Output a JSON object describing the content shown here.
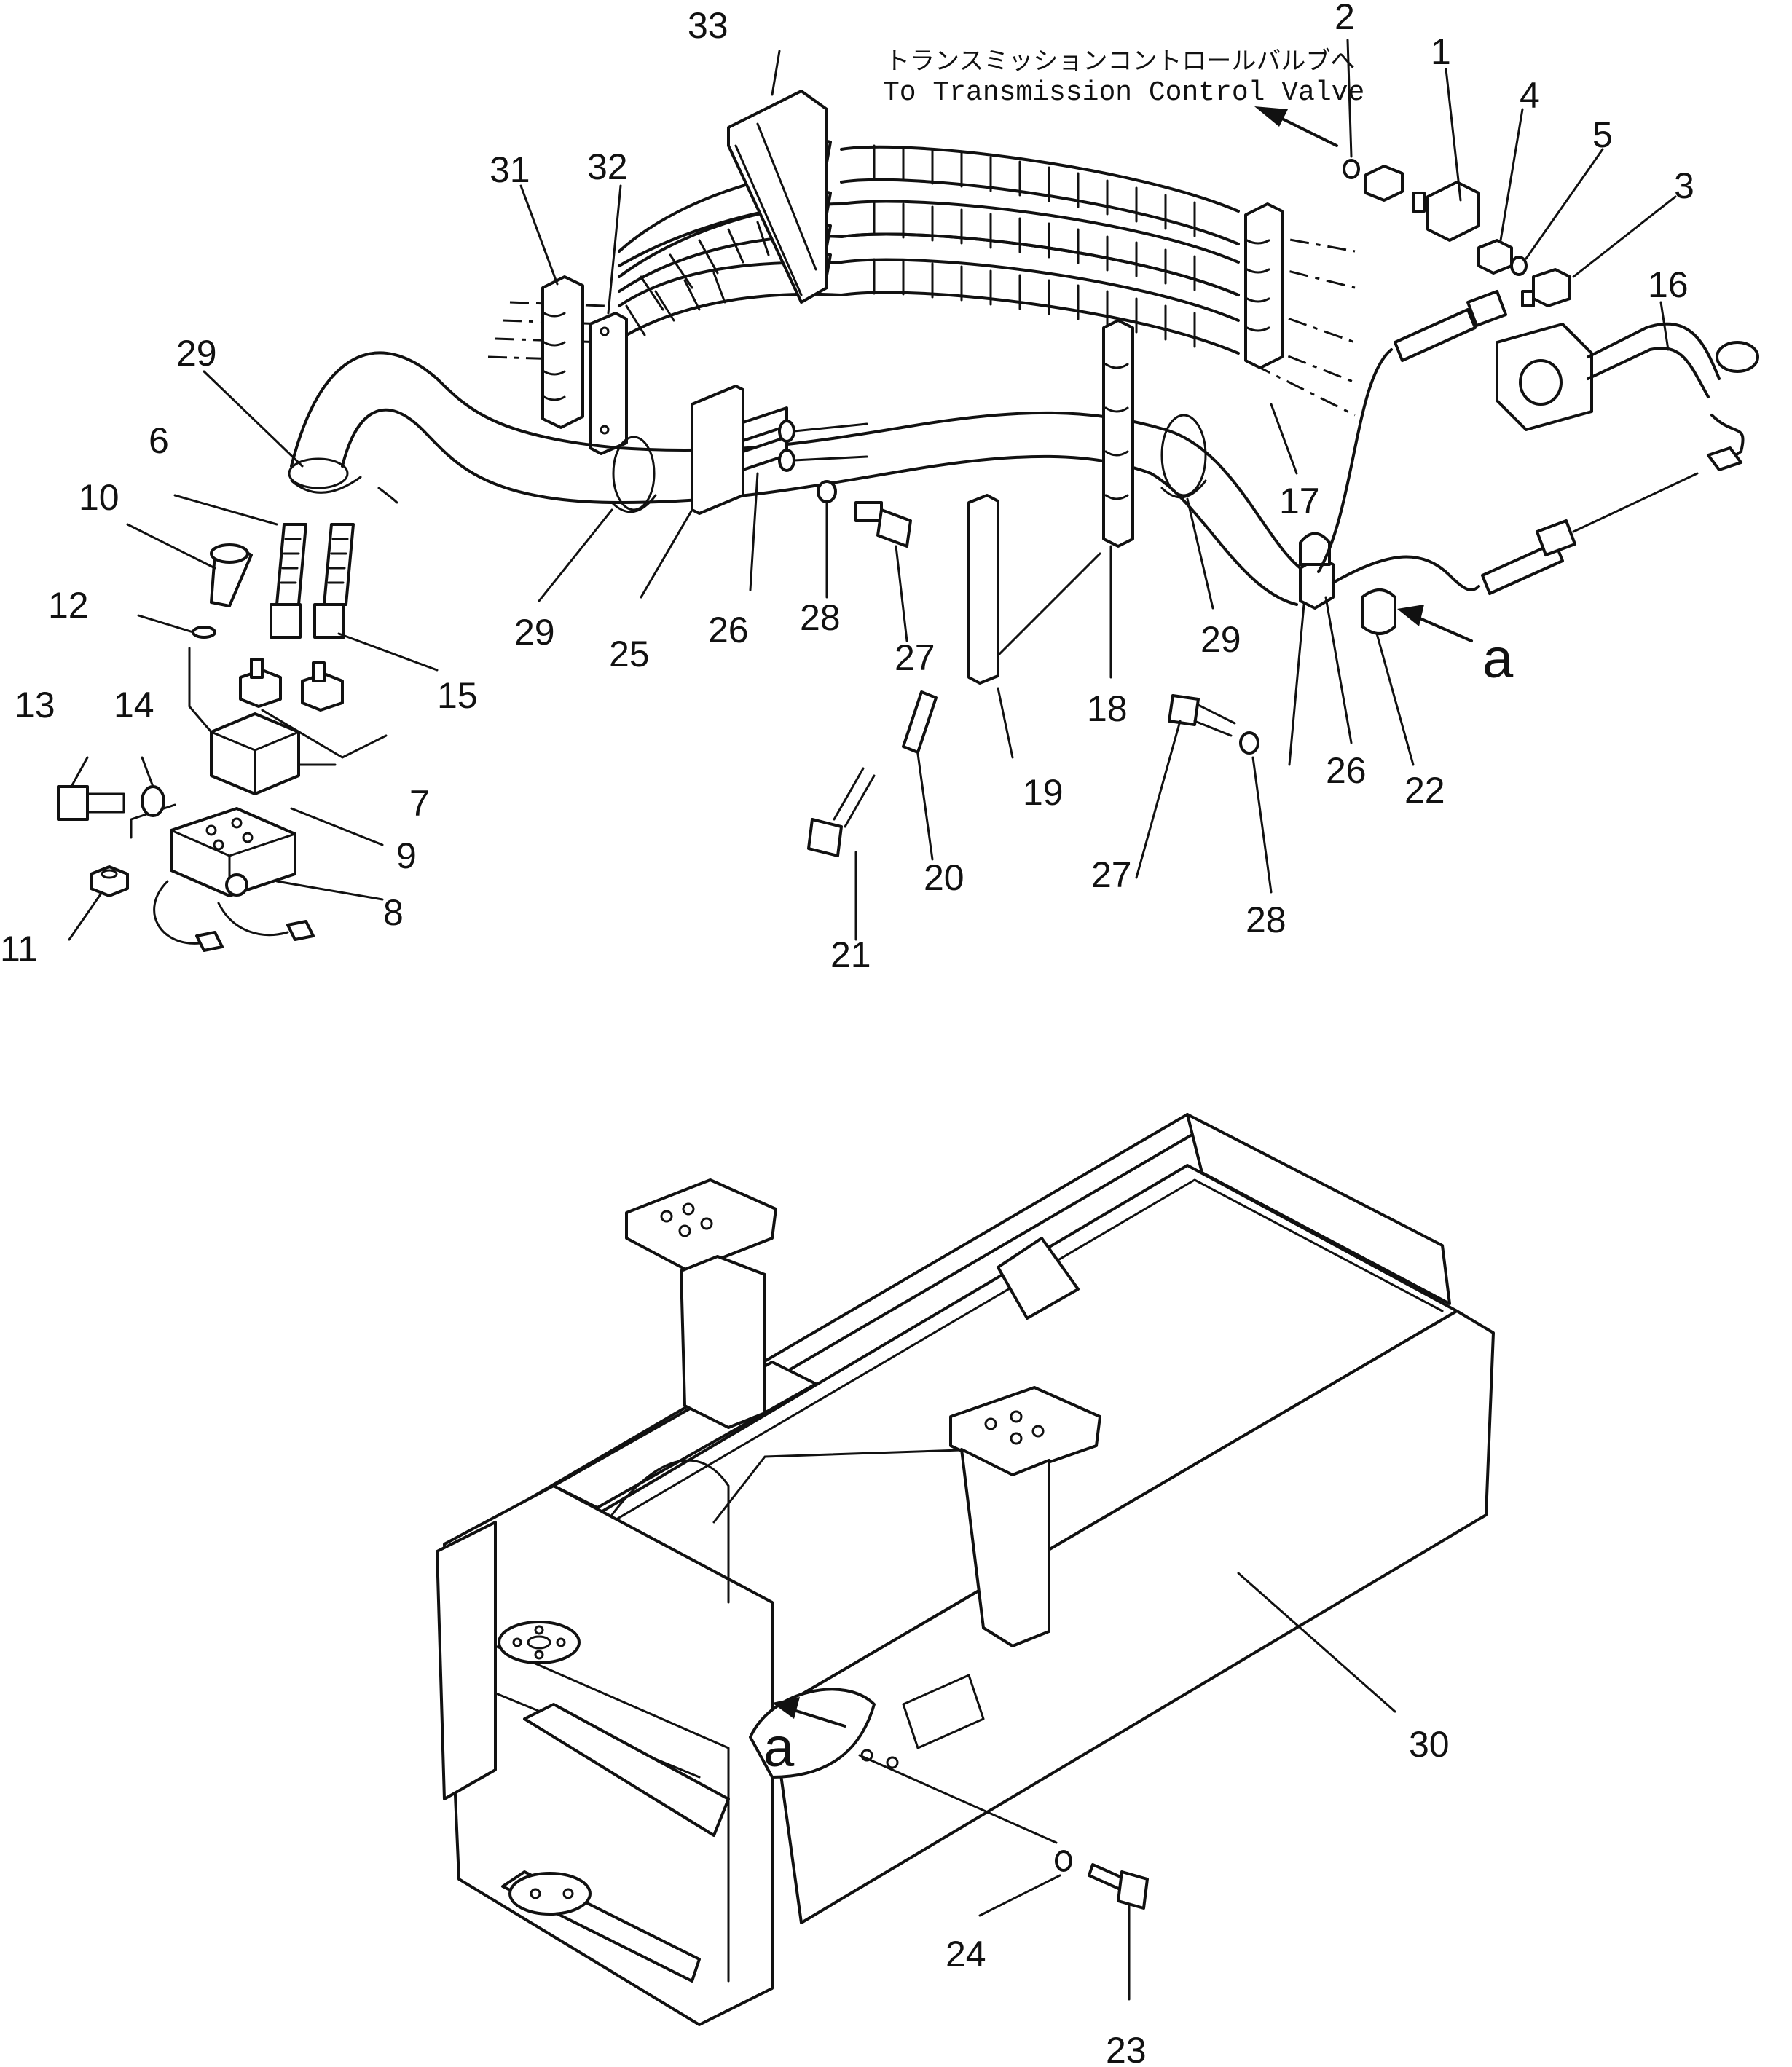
{
  "note": {
    "japanese": "トランスミッションコントロールバルブへ",
    "english": "To Transmission Control Valve"
  },
  "view_marker": "a",
  "callouts": [
    "1",
    "2",
    "3",
    "4",
    "5",
    "6",
    "7",
    "8",
    "9",
    "10",
    "11",
    "12",
    "13",
    "14",
    "15",
    "16",
    "17",
    "18",
    "19",
    "20",
    "21",
    "22",
    "23",
    "24",
    "25",
    "26",
    "27",
    "28",
    "29",
    "30",
    "31",
    "32",
    "33"
  ],
  "labels": [
    {
      "id": "l1",
      "text": "1"
    },
    {
      "id": "l2",
      "text": "2"
    },
    {
      "id": "l3",
      "text": "3"
    },
    {
      "id": "l4",
      "text": "4"
    },
    {
      "id": "l5",
      "text": "5"
    },
    {
      "id": "l6",
      "text": "6"
    },
    {
      "id": "l7",
      "text": "7"
    },
    {
      "id": "l8",
      "text": "8"
    },
    {
      "id": "l9",
      "text": "9"
    },
    {
      "id": "l10",
      "text": "10"
    },
    {
      "id": "l11",
      "text": "11"
    },
    {
      "id": "l12",
      "text": "12"
    },
    {
      "id": "l13",
      "text": "13"
    },
    {
      "id": "l14",
      "text": "14"
    },
    {
      "id": "l15",
      "text": "15"
    },
    {
      "id": "l16",
      "text": "16"
    },
    {
      "id": "l17",
      "text": "17"
    },
    {
      "id": "l18",
      "text": "18"
    },
    {
      "id": "l19",
      "text": "19"
    },
    {
      "id": "l20",
      "text": "20"
    },
    {
      "id": "l21",
      "text": "21"
    },
    {
      "id": "l22",
      "text": "22"
    },
    {
      "id": "l23",
      "text": "23"
    },
    {
      "id": "l24",
      "text": "24"
    },
    {
      "id": "l25",
      "text": "25"
    },
    {
      "id": "l26a",
      "text": "26"
    },
    {
      "id": "l26b",
      "text": "26"
    },
    {
      "id": "l27a",
      "text": "27"
    },
    {
      "id": "l27b",
      "text": "27"
    },
    {
      "id": "l28a",
      "text": "28"
    },
    {
      "id": "l28b",
      "text": "28"
    },
    {
      "id": "l29a",
      "text": "29"
    },
    {
      "id": "l29b",
      "text": "29"
    },
    {
      "id": "l29c",
      "text": "29"
    },
    {
      "id": "l30",
      "text": "30"
    },
    {
      "id": "l31",
      "text": "31"
    },
    {
      "id": "l32",
      "text": "32"
    },
    {
      "id": "l33",
      "text": "33"
    }
  ]
}
